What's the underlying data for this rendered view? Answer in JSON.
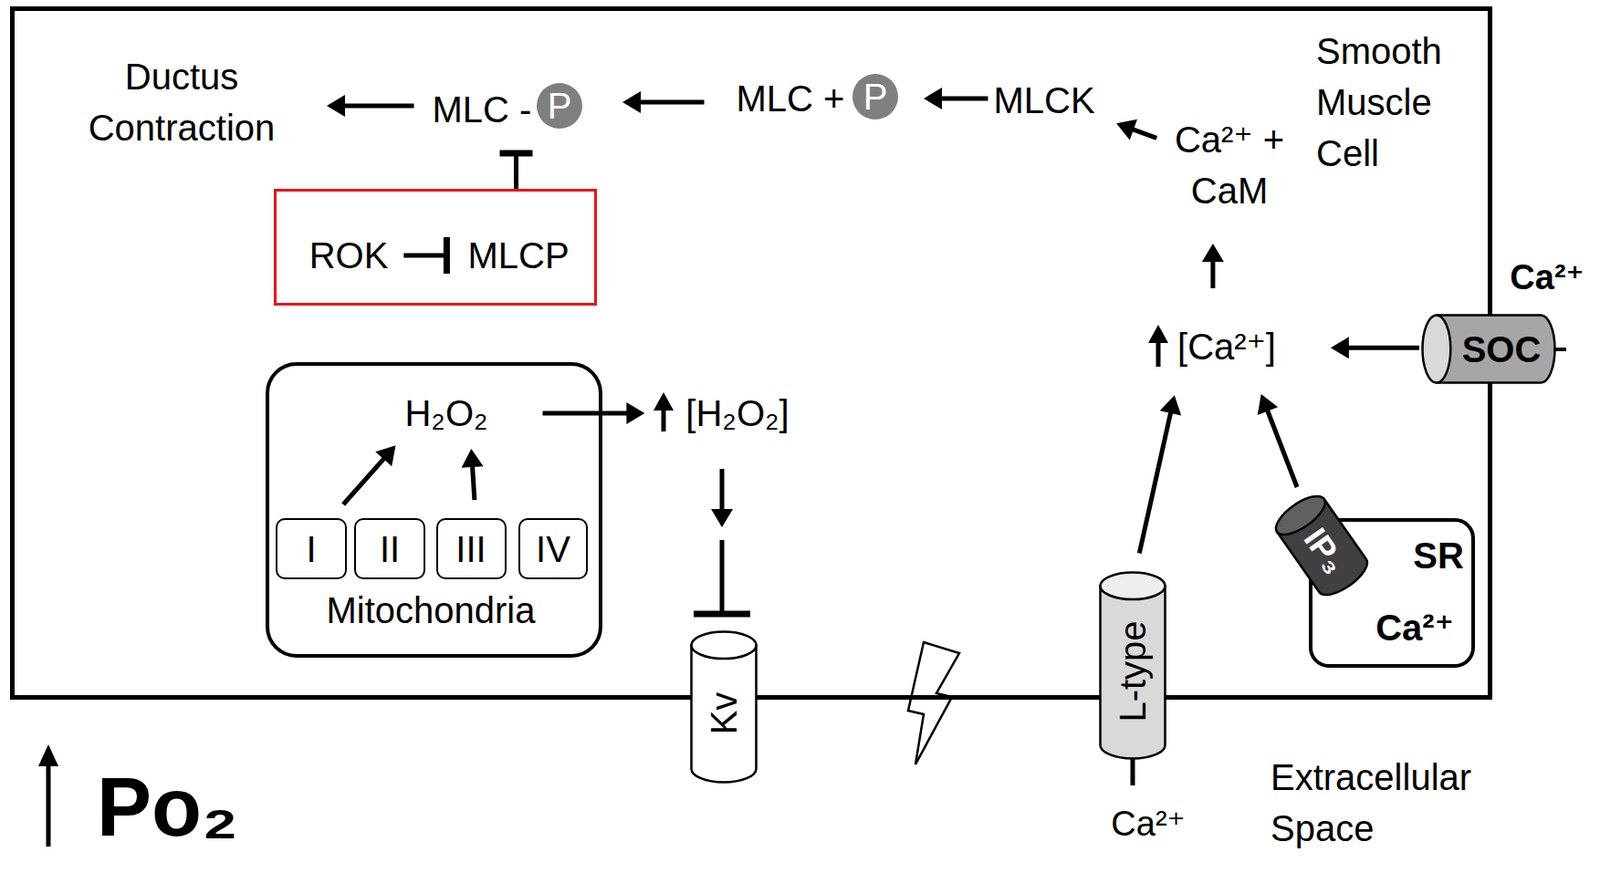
{
  "diagram": {
    "nodes": [
      {
        "text": [
          "Smooth Muscle Cell"
        ]
      },
      {
        "text": [
          "Ductus Contraction"
        ],
        "in": 0
      },
      {
        "text": [
          "MLC -"
        ],
        "in": 0
      },
      {
        "text": [
          "P"
        ],
        "in": 0
      },
      {
        "text": [
          "MLC +"
        ],
        "in": 0
      },
      {
        "text": [
          "P"
        ],
        "in": 0
      },
      {
        "text": [
          "MLCK"
        ],
        "in": 0
      },
      {
        "text": [
          "Ca²⁺ + CaM"
        ],
        "in": 0
      },
      {
        "text": [],
        "in": 0
      },
      {
        "text": [
          "ROK"
        ],
        "in": 8
      },
      {
        "text": [
          "MLCP"
        ],
        "in": 8
      },
      {
        "text": [
          "[Ca²⁺]"
        ],
        "in": 0
      },
      {
        "text": [
          "SOC"
        ]
      },
      {
        "text": [
          "Mitochondria"
        ],
        "in": 0
      },
      {
        "text": [
          "H₂O₂"
        ],
        "in": 13
      },
      {
        "text": [
          "I"
        ],
        "in": 13
      },
      {
        "text": [
          "II"
        ],
        "in": 13
      },
      {
        "text": [
          "III"
        ],
        "in": 13
      },
      {
        "text": [
          "IV"
        ],
        "in": 13
      },
      {
        "text": [
          "[H₂O₂]"
        ],
        "in": 0
      },
      {
        "text": [
          "SR",
          "Ca²⁺"
        ],
        "in": 0
      },
      {
        "text": [
          "IP₃"
        ],
        "in": 0
      },
      {
        "text": [
          "L-type"
        ]
      },
      {
        "text": [
          "Kv"
        ]
      }
    ],
    "edges": [
      {
        "from": 2,
        "to": 1,
        "arrow": "to"
      },
      {
        "from": 4,
        "to": 3,
        "arrow": "to"
      },
      {
        "from": 6,
        "to": 5,
        "arrow": "to"
      },
      {
        "from": 7,
        "to": 6,
        "arrow": "to"
      },
      {
        "from": 11,
        "to": 7,
        "arrow": "to"
      },
      {
        "from": 12,
        "to": 11,
        "arrow": "to"
      },
      {
        "from": 22,
        "to": 11,
        "arrow": "to"
      },
      {
        "from": 21,
        "to": 11,
        "arrow": "to"
      },
      {
        "from": 9,
        "to": 10,
        "arrow": "to"
      },
      {
        "from": 8,
        "to": 2,
        "arrow": "to"
      },
      {
        "from": 15,
        "to": 14,
        "arrow": "to"
      },
      {
        "from": 17,
        "to": 14,
        "arrow": "to"
      },
      {
        "from": 14,
        "to": 19,
        "arrow": "to"
      },
      {
        "from": 19,
        "to": 23,
        "arrow": "to"
      }
    ],
    "labels": [
      "Ca²⁺",
      "Po₂",
      "Ca²⁺",
      "Extracellular Space"
    ]
  }
}
